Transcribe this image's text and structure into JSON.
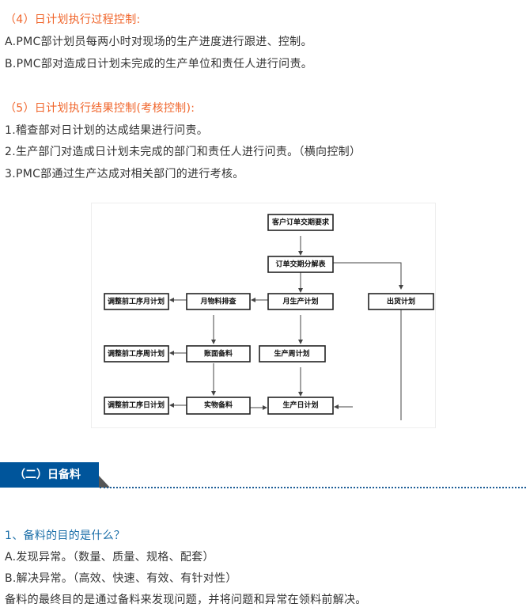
{
  "section4": {
    "title": "（4）日计划执行过程控制:",
    "items": [
      "A.PMC部计划员每两小时对现场的生产进度进行跟进、控制。",
      "B.PMC部对造成日计划未完成的生产单位和责任人进行问责。"
    ]
  },
  "section5": {
    "title": "（5）日计划执行结果控制(考核控制):",
    "items": [
      "1.稽查部对日计划的达成结果进行问责。",
      "2.生产部门对造成日计划未完成的部门和责任人进行问责。（横向控制）",
      "3.PMC部通过生产达成对相关部门的进行考核。"
    ]
  },
  "diagram": {
    "boxes": {
      "customer": "客户订单交期要求",
      "breakdown": "订单交期分解表",
      "month_prod": "月生产计划",
      "shipping": "出货计划",
      "month_material": "月物料排查",
      "adj_month": "调整前工序月计划",
      "adj_week": "调整前工序周计划",
      "book_material": "账面备料",
      "week_prod": "生产周计划",
      "adj_day": "调整前工序日计划",
      "physical_material": "实物备料",
      "day_prod": "生产日计划"
    }
  },
  "section_header": "（二）日备料",
  "q1": {
    "title": "1、备料的目的是什么？",
    "items": [
      "A.发现异常。（数量、质量、规格、配套）",
      "B.解决异常。（高效、快速、有效、有针对性）",
      "备料的最终目的是通过备料来发现问题，并将问题和异常在领料前解决。"
    ]
  },
  "colors": {
    "orange": "#f0652b",
    "blue": "#1a6ea8",
    "header_bg": "#00559b"
  }
}
